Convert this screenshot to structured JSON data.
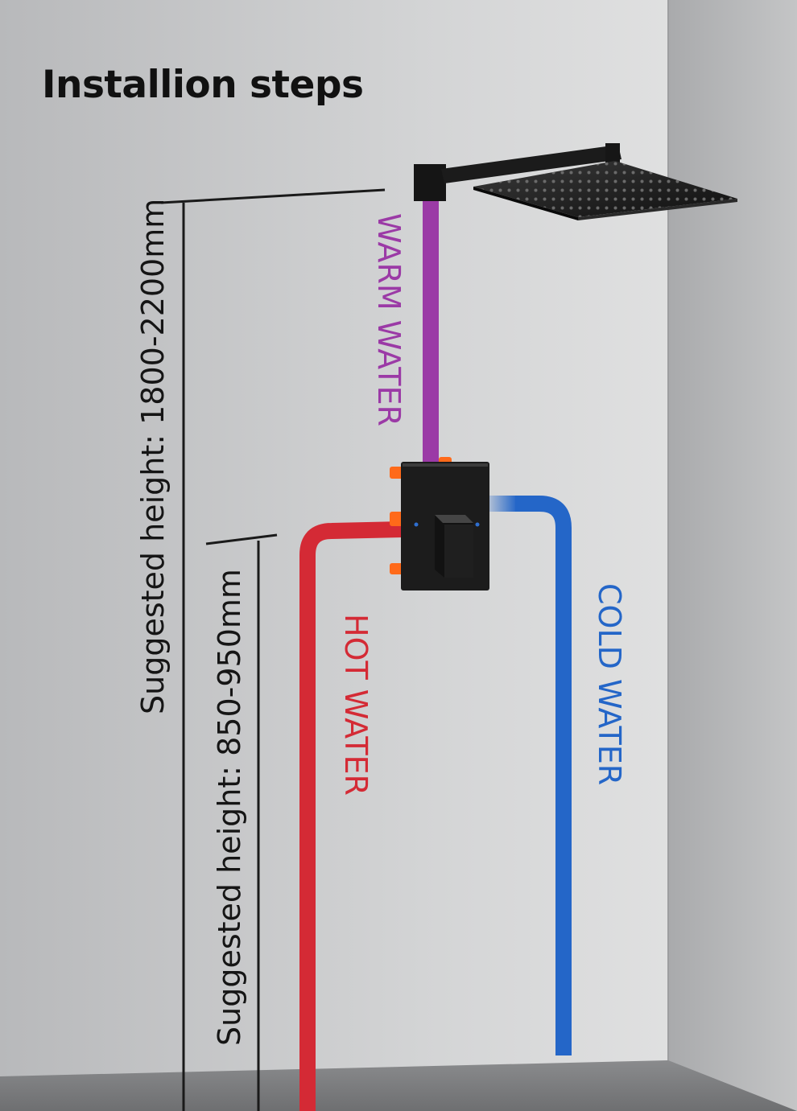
{
  "title": "Installion steps",
  "labels": {
    "warm_water": "WARM WATER",
    "hot_water": "HOT WATER",
    "cold_water": "COLD WATER",
    "height_shower": "Suggested height: 1800-2200mm",
    "height_valve": "Suggested height: 850-950mm"
  },
  "colors": {
    "warm": "#9b3aa6",
    "hot": "#d42a35",
    "cold": "#2466c8",
    "fixture": "#1c1c1c",
    "valve_box": "#ff6a1a",
    "text": "#151515"
  },
  "icons": {
    "shower_head": "shower-head-icon",
    "mixer_valve": "mixer-valve-icon"
  }
}
